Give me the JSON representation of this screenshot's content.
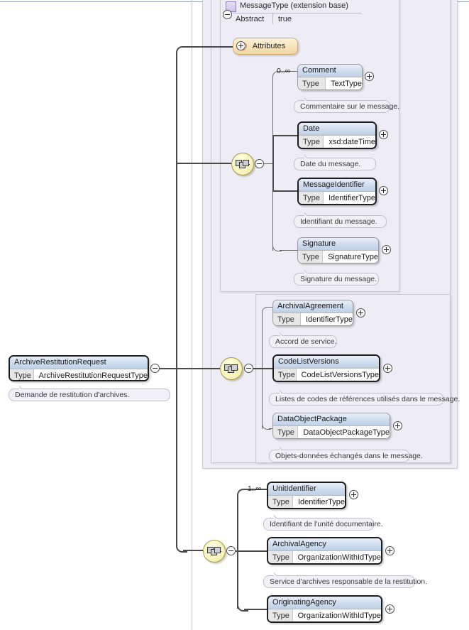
{
  "diagram": {
    "type": "xsd-schema-diagram",
    "language": "fr",
    "extension_base": {
      "title": "MessageType (extension base)",
      "property_key": "Abstract",
      "property_value": "true",
      "toggle": "collapse",
      "icon": "complex-type-icon"
    },
    "root_element": {
      "name": "ArchiveRestitutionRequest",
      "type_key": "Type",
      "type_value": "ArchiveRestitutionRequestType",
      "required": true,
      "toggle": "collapse",
      "documentation": "Demande de restitution d'archives."
    },
    "attributes_node": {
      "label": "Attributes",
      "symbol": "@",
      "toggle": "expand"
    },
    "compositors": [
      {
        "id": "seq-message",
        "kind": "sequence",
        "toggle": "collapse"
      },
      {
        "id": "seq-request",
        "kind": "sequence",
        "toggle": "collapse"
      },
      {
        "id": "seq-unit",
        "kind": "sequence",
        "toggle": "collapse"
      }
    ],
    "nodes": [
      {
        "name": "Comment",
        "type_key": "Type",
        "type_value": "TextType",
        "occurrence": "0..∞",
        "required": false,
        "toggle": "expand",
        "documentation": "Commentaire sur le message."
      },
      {
        "name": "Date",
        "type_key": "Type",
        "type_value": "xsd:dateTime",
        "occurrence": "",
        "required": true,
        "toggle": "expand",
        "documentation": "Date du message."
      },
      {
        "name": "MessageIdentifier",
        "type_key": "Type",
        "type_value": "IdentifierType",
        "occurrence": "",
        "required": true,
        "toggle": "expand",
        "documentation": "Identifiant du message."
      },
      {
        "name": "Signature",
        "type_key": "Type",
        "type_value": "SignatureType",
        "occurrence": "",
        "required": false,
        "toggle": "expand",
        "documentation": "Signature du message."
      },
      {
        "name": "ArchivalAgreement",
        "type_key": "Type",
        "type_value": "IdentifierType",
        "occurrence": "",
        "required": false,
        "toggle": "expand",
        "documentation": "Accord de service."
      },
      {
        "name": "CodeListVersions",
        "type_key": "Type",
        "type_value": "CodeListVersionsType",
        "occurrence": "",
        "required": true,
        "toggle": "expand",
        "documentation": "Listes de codes de références utilisés dans le message."
      },
      {
        "name": "DataObjectPackage",
        "type_key": "Type",
        "type_value": "DataObjectPackageType",
        "occurrence": "",
        "required": false,
        "toggle": "expand",
        "documentation": "Objets-données échangés dans le message."
      },
      {
        "name": "UnitIdentifier",
        "type_key": "Type",
        "type_value": "IdentifierType",
        "occurrence": "1..∞",
        "required": true,
        "toggle": "expand",
        "documentation": "Identifiant de l'unité documentaire."
      },
      {
        "name": "ArchivalAgency",
        "type_key": "Type",
        "type_value": "OrganizationWithIdType",
        "occurrence": "",
        "required": true,
        "toggle": "expand",
        "documentation": "Service d'archives responsable de la restitution."
      },
      {
        "name": "OriginatingAgency",
        "type_key": "Type",
        "type_value": "OrganizationWithIdType",
        "occurrence": "",
        "required": true,
        "toggle": "expand",
        "documentation": ""
      }
    ],
    "colors": {
      "panel_bg": "#eeecf4",
      "panel_border": "#c9c6d2",
      "node_header_top": "#e8eff9",
      "node_header_bottom": "#bed0e6",
      "attribute_fill": "#f7e2b9",
      "attribute_symbol": "#e08a18",
      "compositor_fill": "#f7f3bd",
      "connector": "#4a4a4a",
      "doc_bg": "#f2f0f7"
    }
  }
}
